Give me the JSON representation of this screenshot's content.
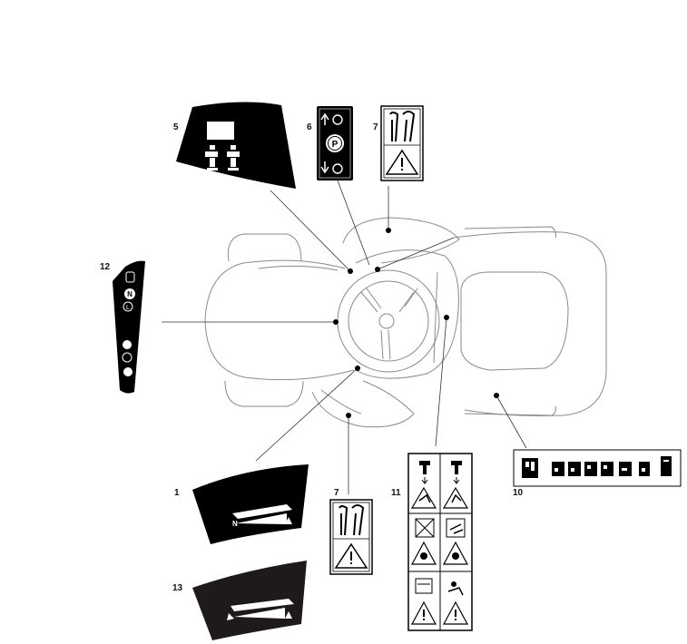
{
  "diagram": {
    "title": "",
    "callouts": [
      {
        "id": "1",
        "label": "1"
      },
      {
        "id": "5",
        "label": "5"
      },
      {
        "id": "6",
        "label": "6"
      },
      {
        "id": "7a",
        "label": "7"
      },
      {
        "id": "7b",
        "label": "7"
      },
      {
        "id": "10",
        "label": "10"
      },
      {
        "id": "11",
        "label": "11"
      },
      {
        "id": "12",
        "label": "12"
      },
      {
        "id": "13",
        "label": "13"
      }
    ],
    "decal_texts": {
      "decal1_letter": "N",
      "decal12_letters": [
        "N",
        "L"
      ]
    }
  },
  "colors": {
    "line": "#8a8a8a",
    "decal_fill": "#000000",
    "decal13_fill": "#1e1a1b",
    "paper": "#ffffff"
  },
  "icons": [
    "tractor-outline-drawing",
    "steering-wheel",
    "parking-brake-icon",
    "warning-triangle-icon",
    "lever-icon",
    "gear-position-icon"
  ]
}
